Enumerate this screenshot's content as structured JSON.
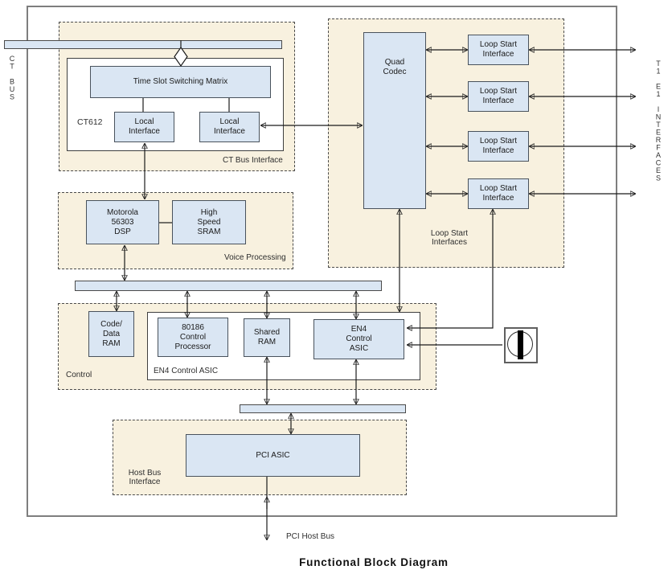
{
  "title": "Functional Block Diagram",
  "colors": {
    "block-fill": "#dae6f3",
    "panel-fill": "#f8f1df"
  },
  "side_labels": {
    "ct_bus": "CT BUS",
    "t1_e1": "T1 E1 INTERFACES"
  },
  "pci_host_bus": "PCI Host Bus",
  "sections": {
    "ct_bus_interface": {
      "label": "CT Bus Interface",
      "chip": "CT612",
      "tssm": "Time Slot Switching Matrix",
      "locals": [
        "Local\nInterface",
        "Local\nInterface"
      ]
    },
    "voice_processing": {
      "label": "Voice Processing",
      "dsp": "Motorola\n56303\nDSP",
      "sram": "High\nSpeed\nSRAM"
    },
    "control": {
      "label": "Control",
      "asic_container_label": "EN4 Control ASIC",
      "code_data_ram": "Code/\nData\nRAM",
      "processor": "80186\nControl\nProcessor",
      "shared_ram": "Shared\nRAM",
      "en4_asic": "EN4\nControl\nASIC"
    },
    "loop_start": {
      "label": "Loop Start\nInterfaces",
      "quad_codec": "Quad\nCodec",
      "interfaces": [
        "Loop Start\nInterface",
        "Loop Start\nInterface",
        "Loop Start\nInterface",
        "Loop Start\nInterface"
      ]
    },
    "host_bus": {
      "label": "Host Bus\nInterface",
      "pci_asic": "PCI ASIC"
    }
  }
}
